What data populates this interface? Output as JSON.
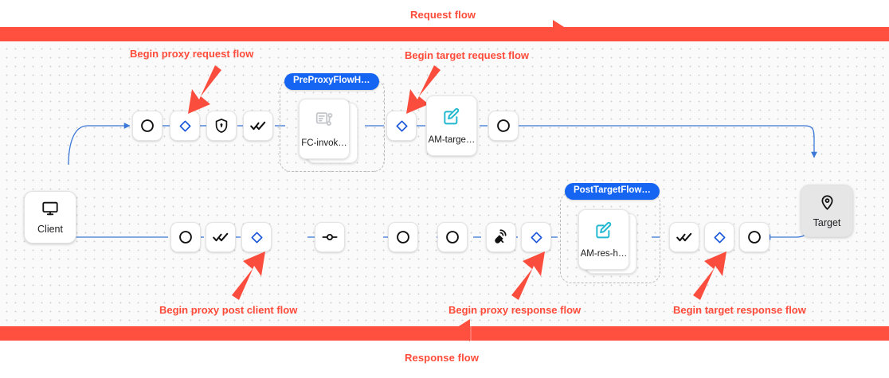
{
  "banners": {
    "request": {
      "label": "Request flow",
      "color": "#ff4f3f",
      "direction": "right"
    },
    "response": {
      "label": "Response flow",
      "color": "#ff4f3f",
      "direction": "left"
    }
  },
  "annotations": [
    {
      "label": "Begin proxy request flow",
      "name": "annotation-begin-proxy-request-flow"
    },
    {
      "label": "Begin target request flow",
      "name": "annotation-begin-target-request-flow"
    },
    {
      "label": "Begin proxy post client flow",
      "name": "annotation-begin-proxy-post-client-flow"
    },
    {
      "label": "Begin proxy response flow",
      "name": "annotation-begin-proxy-response-flow"
    },
    {
      "label": "Begin target response flow",
      "name": "annotation-begin-target-response-flow"
    }
  ],
  "endpoints": {
    "client": {
      "label": "Client",
      "icon": "monitor-icon"
    },
    "target": {
      "label": "Target",
      "icon": "location-pin-icon"
    }
  },
  "groups": [
    {
      "chip": "PreProxyFlowH…",
      "card": "FC-invok…",
      "card_icon": "flow-callout-icon",
      "name": "group-preproxyflowhook"
    },
    {
      "chip": "PostTargetFlow…",
      "card": "AM-res-h…",
      "card_icon": "assign-message-icon",
      "name": "group-posttargetflow"
    }
  ],
  "target_request_card": {
    "label": "AM-targe…",
    "icon": "assign-message-icon",
    "name": "policy-card-am-target"
  },
  "request_row_steps": [
    {
      "icon": "circle-icon",
      "name": "step-proxy-request-start"
    },
    {
      "icon": "diamond-icon",
      "name": "step-proxy-request-flow"
    },
    {
      "icon": "shield-lock-icon",
      "name": "step-security"
    },
    {
      "icon": "double-check-icon",
      "name": "step-verify"
    }
  ],
  "target_row_steps": [
    {
      "icon": "diamond-icon",
      "name": "step-target-request-flow"
    },
    {
      "icon": "circle-icon",
      "name": "step-target-request-end"
    }
  ],
  "response_row_steps": [
    {
      "icon": "circle-icon",
      "name": "step-post-client-end"
    },
    {
      "icon": "double-check-icon",
      "name": "step-post-client-verify"
    },
    {
      "icon": "diamond-icon",
      "name": "step-proxy-post-client-flow"
    },
    {
      "icon": "node-line-icon",
      "name": "step-connector"
    },
    {
      "icon": "circle-icon",
      "name": "step-response-a"
    },
    {
      "icon": "circle-icon",
      "name": "step-response-b"
    },
    {
      "icon": "satellite-icon",
      "name": "step-broadcast"
    },
    {
      "icon": "diamond-icon",
      "name": "step-proxy-response-flow"
    }
  ],
  "target_response_steps": [
    {
      "icon": "double-check-icon",
      "name": "step-target-response-verify"
    },
    {
      "icon": "diamond-icon",
      "name": "step-target-response-flow"
    },
    {
      "icon": "circle-icon",
      "name": "step-target-response-start"
    }
  ],
  "colors": {
    "banner": "#ff4f3f",
    "annotation": "#ff4b3a",
    "chip": "#1565f2",
    "edge": "#3c78d8",
    "diamond": "#1a56db",
    "policy_icon": "#22b8cf"
  }
}
